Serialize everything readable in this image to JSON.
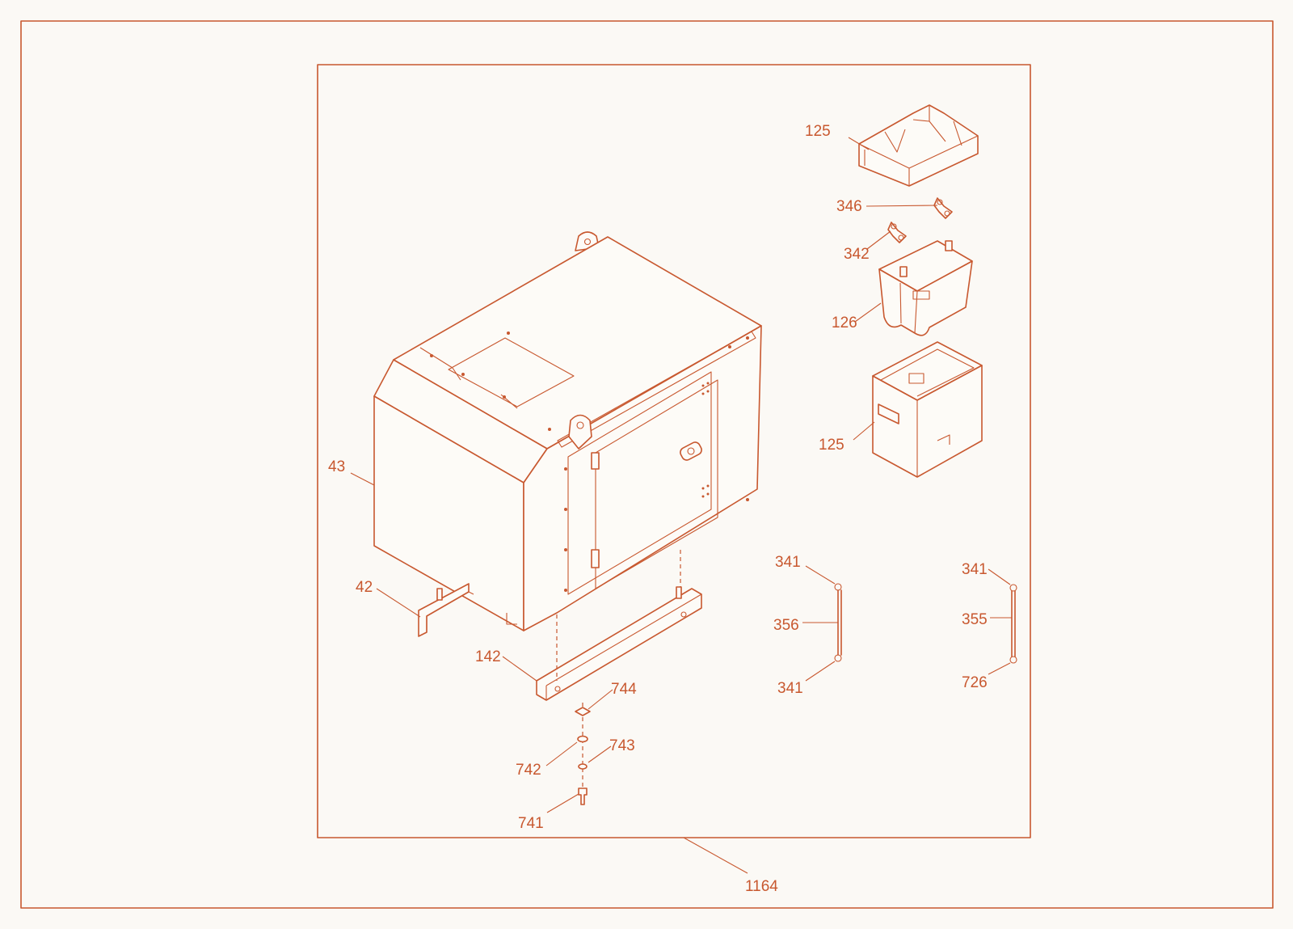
{
  "colors": {
    "line": "#c8582f",
    "background": "#fbf9f5"
  },
  "callouts": {
    "cover_top": "125",
    "terminal_clamp_pos": "346",
    "terminal_clamp_neg": "342",
    "battery": "126",
    "battery_tray": "125",
    "enclosure": "43",
    "skid_left": "42",
    "skid_front": "142",
    "washer_744": "744",
    "washer_743": "743",
    "washer_742": "742",
    "bolt_741": "741",
    "cable_a_top": "341",
    "cable_a_mid": "356",
    "cable_a_bottom": "341",
    "cable_b_top": "341",
    "cable_b_mid": "355",
    "cable_b_bottom": "726",
    "assembly": "1164"
  }
}
